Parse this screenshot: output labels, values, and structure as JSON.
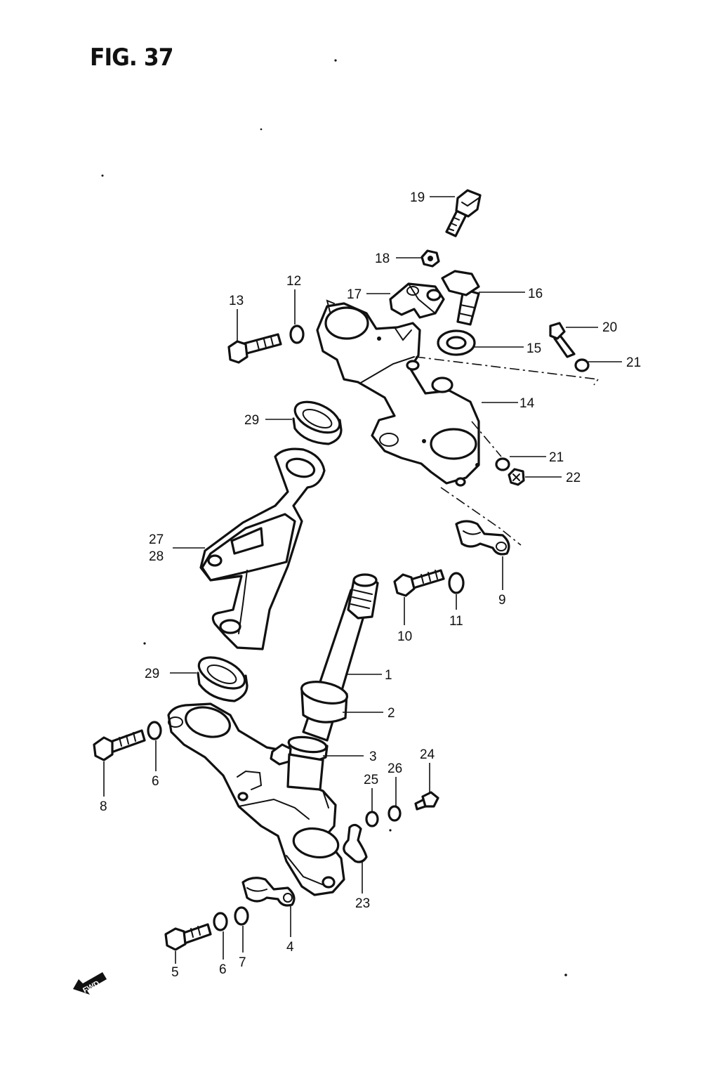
{
  "figure": {
    "title": "FIG. 37"
  },
  "fwd_marker": "FWD",
  "callouts": {
    "c1": "1",
    "c2": "2",
    "c3": "3",
    "c4": "4",
    "c5": "5",
    "c6a": "6",
    "c6b": "6",
    "c7": "7",
    "c8": "8",
    "c9": "9",
    "c10": "10",
    "c11": "11",
    "c12": "12",
    "c13": "13",
    "c14": "14",
    "c15": "15",
    "c16": "16",
    "c17": "17",
    "c18": "18",
    "c19": "19",
    "c20": "20",
    "c21a": "21",
    "c21b": "21",
    "c22": "22",
    "c23": "23",
    "c24": "24",
    "c25": "25",
    "c26": "26",
    "c27": "27",
    "c28": "28",
    "c29a": "29",
    "c29b": "29"
  }
}
